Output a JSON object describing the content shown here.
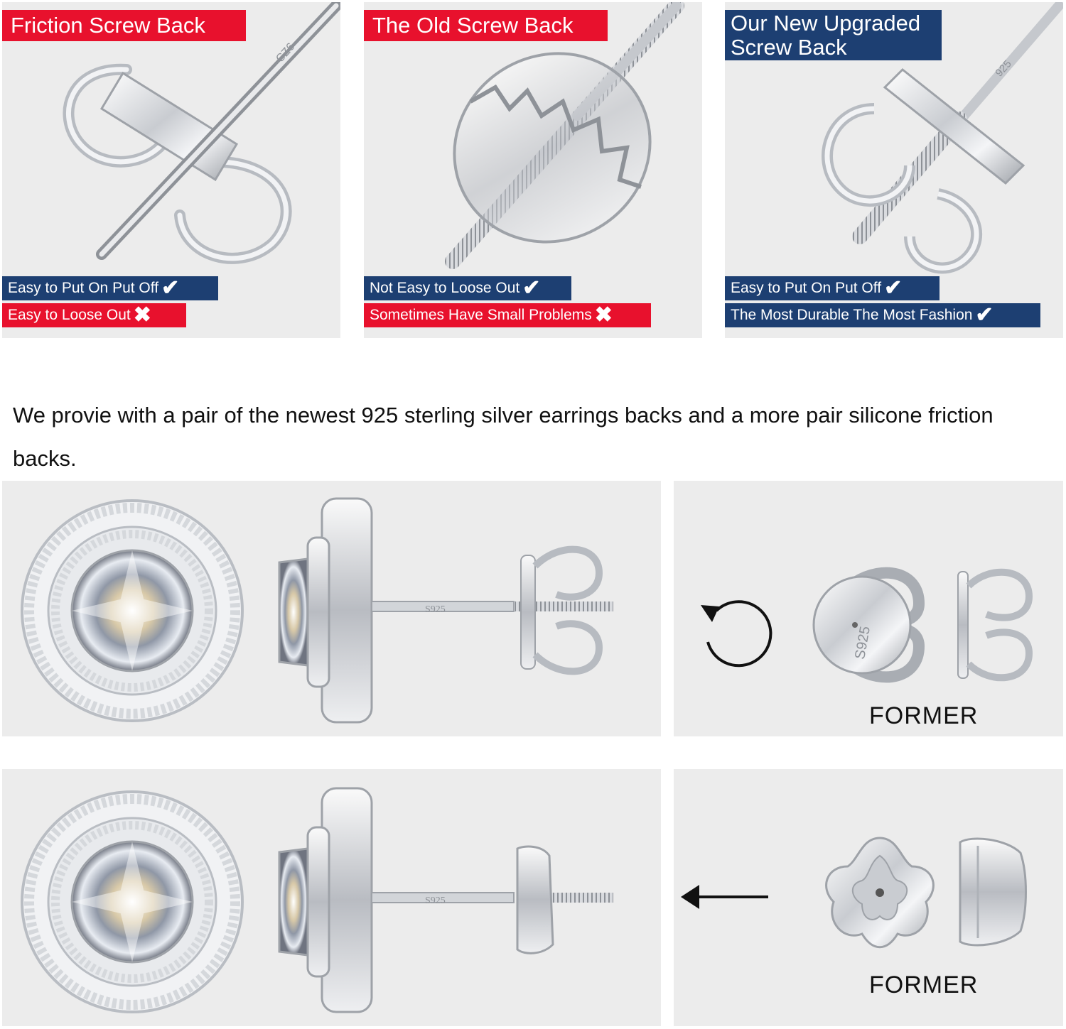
{
  "panels": [
    {
      "title": "Friction Screw Back",
      "title_color": "#e8112d",
      "stamp": "CZ6",
      "notes": [
        {
          "text": "Easy to Put On Put Off",
          "mark": "✔",
          "color": "#1d3f72"
        },
        {
          "text": "Easy to Loose Out",
          "mark": "✖",
          "color": "#e8112d"
        }
      ]
    },
    {
      "title": "The Old Screw Back",
      "title_color": "#e8112d",
      "notes": [
        {
          "text": "Not Easy to Loose Out",
          "mark": "✔",
          "color": "#1d3f72"
        },
        {
          "text": "Sometimes Have Small Problems",
          "mark": "✖",
          "color": "#e8112d"
        }
      ]
    },
    {
      "title_line1": "Our New Upgraded",
      "title_line2": "Screw Back",
      "title_color": "#1d3f72",
      "stamp": "925",
      "notes": [
        {
          "text": "Easy to Put On Put Off",
          "mark": "✔",
          "color": "#1d3f72"
        },
        {
          "text": "The Most Durable The Most Fashion",
          "mark": "✔",
          "color": "#1d3f72"
        }
      ]
    }
  ],
  "caption": "We provie with a pair of the newest 925 sterling silver earrings backs and a more pair silicone friction backs.",
  "comparisons": [
    {
      "post_stamp": "S925",
      "back_stamp": "S925",
      "label": "FORMER",
      "icon": "rotate-arrow-icon"
    },
    {
      "post_stamp": "S925",
      "label": "FORMER",
      "icon": "left-arrow-icon"
    }
  ]
}
